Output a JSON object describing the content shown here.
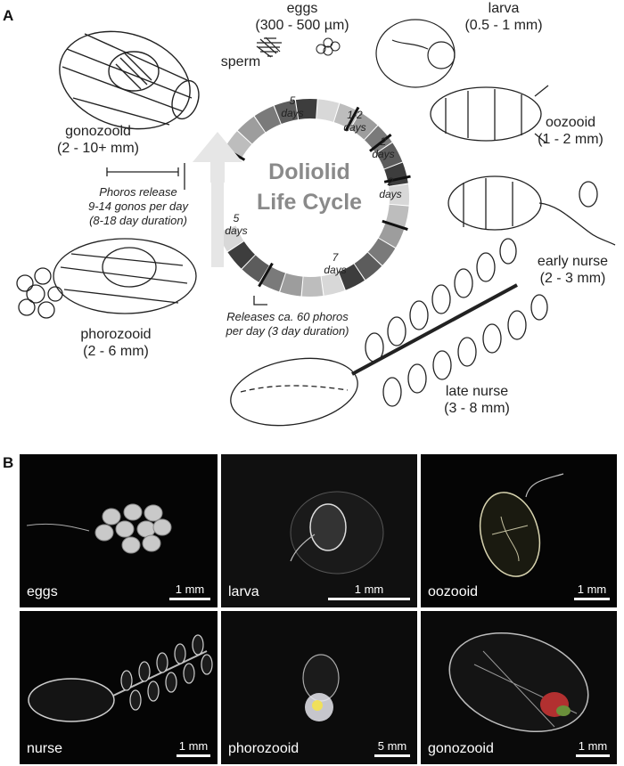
{
  "panel_a": {
    "letter": "A",
    "title_line1": "Doliolid",
    "title_line2": "Life Cycle",
    "stages": {
      "eggs": {
        "name": "eggs",
        "size": "(300 - 500 µm)"
      },
      "sperm": {
        "name": "sperm"
      },
      "larva": {
        "name": "larva",
        "size": "(0.5 - 1 mm)"
      },
      "oozooid": {
        "name": "oozooid",
        "size": "(1 - 2 mm)"
      },
      "early_nurse": {
        "name": "early nurse",
        "size": "(2 - 3 mm)"
      },
      "late_nurse": {
        "name": "late nurse",
        "size": "(3 - 8 mm)"
      },
      "phorozooid": {
        "name": "phorozooid",
        "size": "(2 - 6 mm)"
      },
      "gonozooid": {
        "name": "gonozooid",
        "size": "(2 - 10+ mm)"
      }
    },
    "durations": {
      "d1": {
        "num": "5",
        "unit": "days"
      },
      "d2": {
        "num": "1-2",
        "unit": "days"
      },
      "d3": {
        "num": "2",
        "unit": "days"
      },
      "d4": {
        "num": "2",
        "unit": "days"
      },
      "d5": {
        "num": "7",
        "unit": "days"
      },
      "d6": {
        "num": "5",
        "unit": "days"
      }
    },
    "notes": {
      "phoros_release": [
        "Phoros release",
        "9-14 gonos per day",
        "(8-18 day duration)"
      ],
      "phoros_from_nurse": [
        "Releases ca. 60 phoros",
        "per day (3 day duration)"
      ]
    }
  },
  "panel_b": {
    "letter": "B",
    "photos": [
      {
        "label": "eggs",
        "scale": "1 mm"
      },
      {
        "label": "larva",
        "scale": "1 mm"
      },
      {
        "label": "oozooid",
        "scale": "1 mm"
      },
      {
        "label": "nurse",
        "scale": "1 mm"
      },
      {
        "label": "phorozooid",
        "scale": "5 mm"
      },
      {
        "label": "gonozooid",
        "scale": "1 mm"
      }
    ]
  }
}
